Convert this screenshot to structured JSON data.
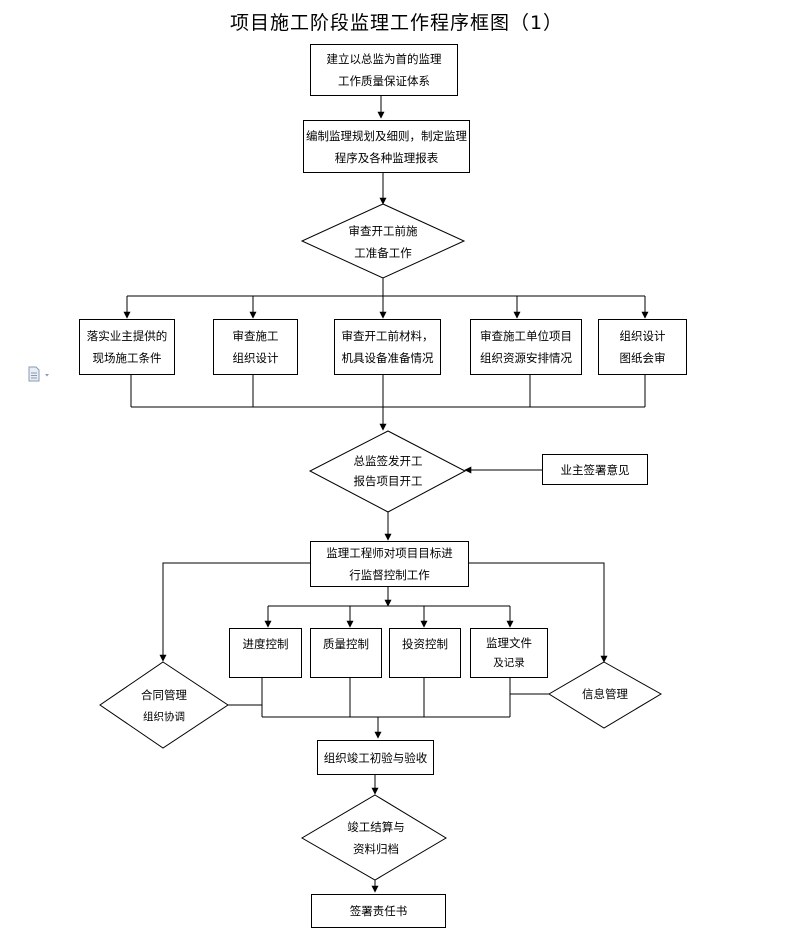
{
  "title": "项目施工阶段监理工作程序框图（1）",
  "nodes": {
    "n1": [
      "建立以总监为首的监理",
      "工作质量保证体系"
    ],
    "n2": [
      "编制监理规划及细则，制定监理",
      "程序及各种监理报表"
    ],
    "d1": [
      "审查开工前施",
      "工准备工作"
    ],
    "c1": [
      "落实业主提供的",
      "现场施工条件"
    ],
    "c2": [
      "审查施工",
      "组织设计"
    ],
    "c3": [
      "审查开工前材料，",
      "机具设备准备情况"
    ],
    "c4": [
      "审查施工单位项目",
      "组织资源安排情况"
    ],
    "c5": [
      "组织设计",
      "图纸会审"
    ],
    "d2": [
      "总监签发开工",
      "报告项目开工"
    ],
    "owner": [
      "业主签署意见"
    ],
    "n3": [
      "监理工程师对项目目标进",
      "行监督控制工作"
    ],
    "e1": [
      "进度控制"
    ],
    "e2": [
      "质量控制"
    ],
    "e3": [
      "投资控制"
    ],
    "e4": [
      "监理文件",
      "及记录"
    ],
    "d3": [
      "合同管理",
      "组织协调"
    ],
    "d4": [
      "信息管理"
    ],
    "n4": [
      "组织竣工初验与验收"
    ],
    "d5": [
      "竣工结算与",
      "资料归档"
    ],
    "n5": [
      "签署责任书"
    ]
  }
}
